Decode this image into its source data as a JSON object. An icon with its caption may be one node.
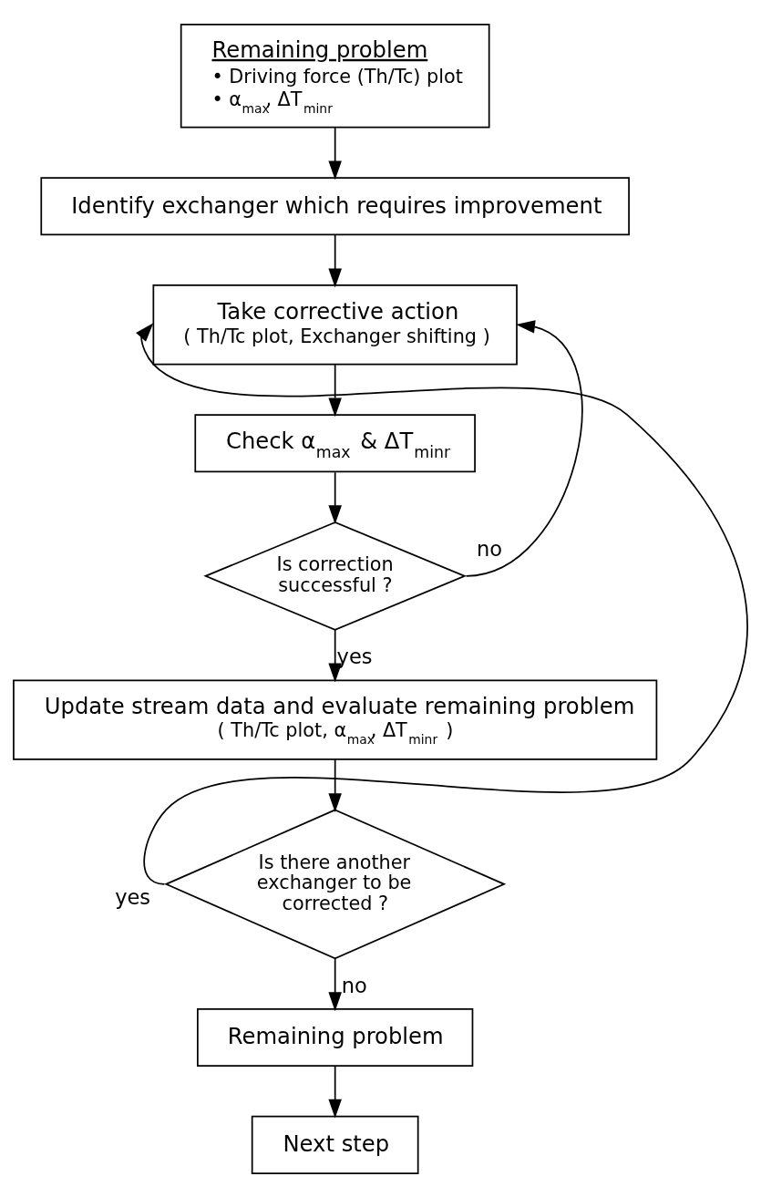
{
  "diagram": {
    "nodes": [
      {
        "text": [
          "Remaining problem",
          "• Driving force (Th/Tc) plot",
          "• α$_{max}$, ΔT$_{minr}$"
        ]
      },
      {
        "text": [
          "Identify exchanger which requires improvement"
        ]
      },
      {
        "text": [
          "Take corrective action",
          "( Th/Tc plot, Exchanger shifting )"
        ]
      },
      {
        "text": [
          "Check α$_{max}$ & ΔT$_{minr}$"
        ]
      },
      {
        "text": [
          "Is correction successful ?"
        ]
      },
      {
        "text": [
          "Update stream data and evaluate remaining problem",
          "( Th/Tc plot, α$_{max}$, ΔT$_{minr}$ )"
        ]
      },
      {
        "text": [
          "Is there another exchanger to be corrected ?"
        ]
      },
      {
        "text": [
          "Remaining problem"
        ]
      },
      {
        "text": [
          "Next step"
        ]
      }
    ],
    "edges": [
      {
        "from": 0,
        "to": 1,
        "arrow": "to"
      },
      {
        "from": 1,
        "to": 2,
        "arrow": "to"
      },
      {
        "from": 2,
        "to": 3,
        "arrow": "to"
      },
      {
        "from": 3,
        "to": 4,
        "arrow": "to"
      },
      {
        "from": 4,
        "to": 2,
        "label": "no",
        "arrow": "to"
      },
      {
        "from": 4,
        "to": 5,
        "label": "yes",
        "arrow": "to"
      },
      {
        "from": 5,
        "to": 6,
        "arrow": "to"
      },
      {
        "from": 6,
        "to": 2,
        "label": "yes",
        "arrow": "to"
      },
      {
        "from": 6,
        "to": 7,
        "label": "no",
        "arrow": "to"
      },
      {
        "from": 7,
        "to": 8,
        "arrow": "to"
      }
    ]
  }
}
